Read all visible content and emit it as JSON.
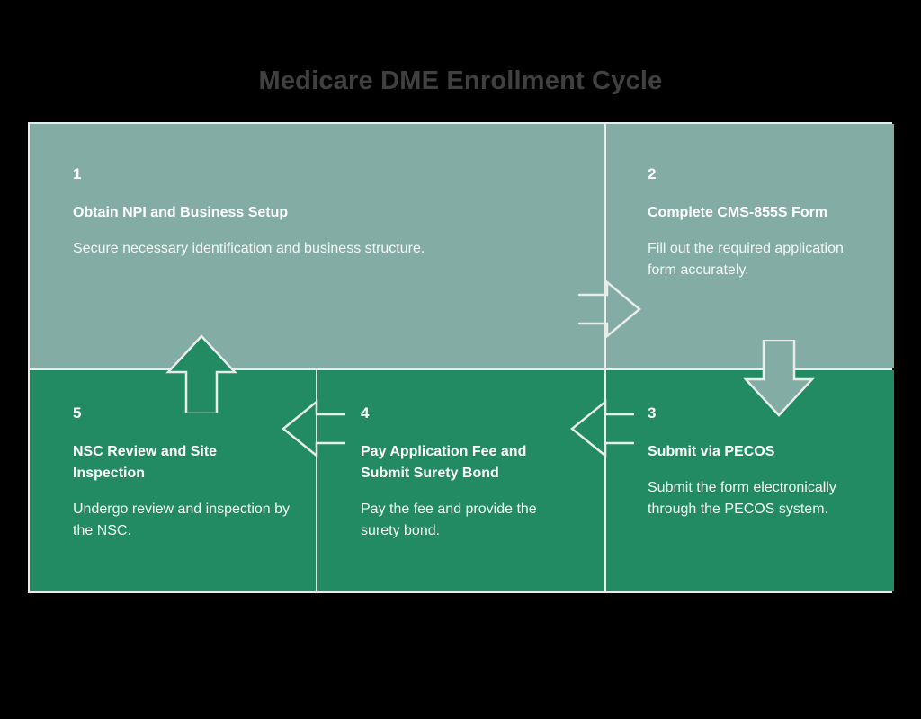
{
  "title": "Medicare DME Enrollment Cycle",
  "colors": {
    "background": "#000000",
    "title_text": "#404040",
    "frame_border": "#e8eceb",
    "band_top": "#83ada4",
    "band_bottom": "#228b63",
    "cell_text": "#ffffff",
    "arrow_outline": "#e8eceb",
    "arrow_fill_down": "#83ada4",
    "arrow_fill_up": "#228b63"
  },
  "steps": [
    {
      "number": "1",
      "heading": "Obtain NPI and Business Setup",
      "description": "Secure necessary identification and business structure."
    },
    {
      "number": "2",
      "heading": "Complete CMS-855S Form",
      "description": "Fill out the required application form accurately."
    },
    {
      "number": "3",
      "heading": "Submit via PECOS",
      "description": "Submit the form electronically through the PECOS system."
    },
    {
      "number": "4",
      "heading": "Pay Application Fee and Submit Surety Bond",
      "description": "Pay the fee and provide the surety bond."
    },
    {
      "number": "5",
      "heading": "NSC Review and Site Inspection",
      "description": "Undergo review and inspection by the NSC."
    }
  ],
  "connectors": [
    {
      "name": "arrow-step-1-to-2",
      "direction": "right",
      "style": "outlined"
    },
    {
      "name": "arrow-step-2-to-3",
      "direction": "down",
      "style": "filled"
    },
    {
      "name": "arrow-step-3-to-4",
      "direction": "left",
      "style": "outlined"
    },
    {
      "name": "arrow-step-4-to-5",
      "direction": "left",
      "style": "outlined"
    },
    {
      "name": "arrow-step-5-to-1",
      "direction": "up",
      "style": "filled"
    }
  ]
}
